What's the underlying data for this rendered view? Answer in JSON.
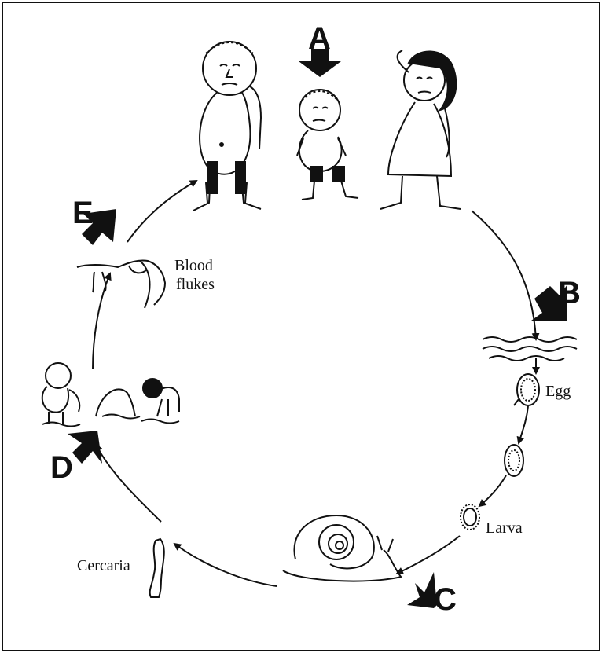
{
  "diagram": {
    "step_letters": {
      "a": "A",
      "b": "B",
      "c": "C",
      "d": "D",
      "e": "E"
    },
    "labels": {
      "blood_flukes_line1": "Blood",
      "blood_flukes_line2": "flukes",
      "egg": "Egg",
      "larva": "Larva",
      "cercaria": "Cercaria"
    }
  }
}
